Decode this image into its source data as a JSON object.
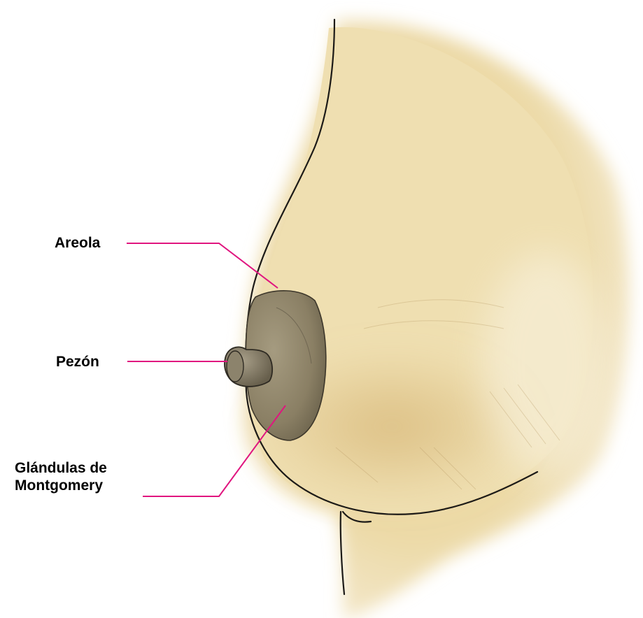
{
  "labels": {
    "areola": "Areola",
    "pezon": "Pezón",
    "montgomery_line1": "Glándulas de",
    "montgomery_line2": "Montgomery"
  },
  "colors": {
    "leader_line": "#e0157f",
    "skin": "#eedcaa",
    "skin_shadow": "#d9bd80",
    "areola": "#8d8268",
    "nipple": "#7f7762",
    "outline": "#1c1a17",
    "label_text": "#000000"
  }
}
